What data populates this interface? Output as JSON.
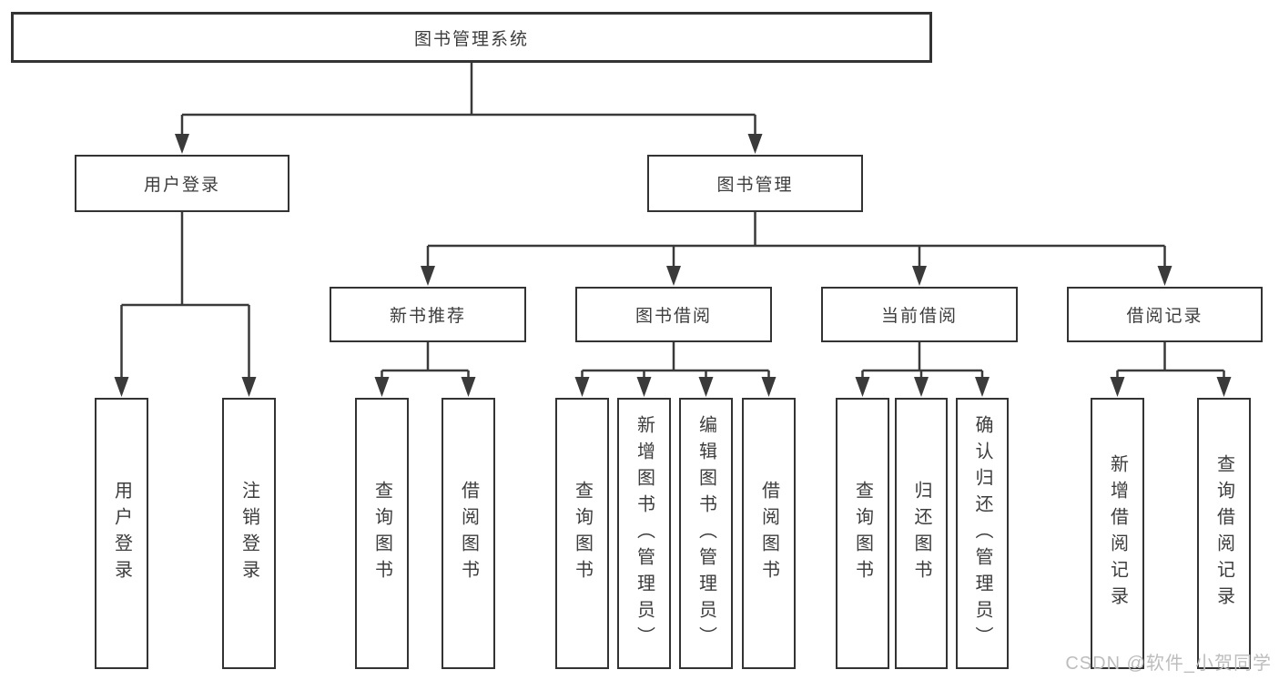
{
  "tree": {
    "root": {
      "label": "图书管理系统"
    },
    "level2": [
      {
        "label": "用户登录",
        "parent": "图书管理系统"
      },
      {
        "label": "图书管理",
        "parent": "图书管理系统"
      }
    ],
    "level3": [
      {
        "label": "新书推荐",
        "parent": "图书管理"
      },
      {
        "label": "图书借阅",
        "parent": "图书管理"
      },
      {
        "label": "当前借阅",
        "parent": "图书管理"
      },
      {
        "label": "借阅记录",
        "parent": "图书管理"
      }
    ],
    "leaves": [
      {
        "label": "用户登录",
        "parent": "用户登录"
      },
      {
        "label": "注销登录",
        "parent": "用户登录"
      },
      {
        "label": "查询图书",
        "parent": "新书推荐"
      },
      {
        "label": "借阅图书",
        "parent": "新书推荐"
      },
      {
        "label": "查询图书",
        "parent": "图书借阅"
      },
      {
        "label": "新增图书（管理员）",
        "parent": "图书借阅"
      },
      {
        "label": "编辑图书（管理员）",
        "parent": "图书借阅"
      },
      {
        "label": "借阅图书",
        "parent": "图书借阅"
      },
      {
        "label": "查询图书",
        "parent": "当前借阅"
      },
      {
        "label": "归还图书",
        "parent": "当前借阅"
      },
      {
        "label": "确认归还（管理员）",
        "parent": "当前借阅"
      },
      {
        "label": "新增借阅记录",
        "parent": "借阅记录"
      },
      {
        "label": "查询借阅记录",
        "parent": "借阅记录"
      }
    ]
  },
  "watermark": "CSDN @软件_小贺同学",
  "colors": {
    "line": "#3a3a3a",
    "border": "#333333",
    "text": "#3d3d3d",
    "watermark_text": "#bdbdbd",
    "background": "#ffffff"
  }
}
